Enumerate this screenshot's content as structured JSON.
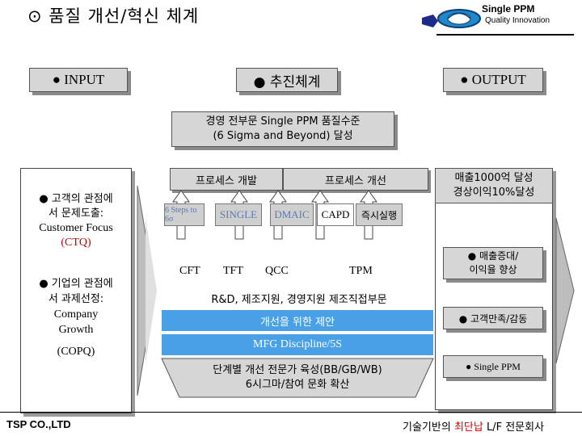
{
  "title": "⊙ 품질 개선/혁신 체계",
  "brand": {
    "name": "Single PPM",
    "subtitle": "Quality Innovation"
  },
  "headers": {
    "input": "● INPUT",
    "process": "● 추진체계",
    "output": "● OUTPUT"
  },
  "goal": {
    "line1": "경영 전부문 Single PPM 품질수준",
    "line2": "(6 Sigma and Beyond) 달성"
  },
  "center": {
    "tab_dev": "프로세스 개발",
    "tab_improve": "프로세스 개선",
    "chips_row1": [
      "6 Steps to 6σ",
      "SINGLE",
      "DMAIC",
      "CAPD",
      "즉시실행"
    ],
    "chips_row2": [
      "CFT",
      "TFT",
      "QCC",
      "TPM"
    ],
    "support": "R&D, 제조지원, 경영지원   제조직접부문",
    "band_proposal": "개선을 위한 제안",
    "band_mfg": "MFG Discipline/5S",
    "base_line1": "단계별 개선 전문가 육성(BB/GB/WB)",
    "base_line2": "6시그마/참여 문화 확산"
  },
  "input": {
    "item1_line1": "● 고객의 관점에",
    "item1_line2": "서 문제도출:",
    "item1_line3": "Customer Focus",
    "item1_line4": "(CTQ)",
    "item2_line1": "● 기업의 관점에",
    "item2_line2": "서 과제선정:",
    "item2_line3": "Company",
    "item2_line4": "Growth",
    "item2_line5": "(COPQ)"
  },
  "output": {
    "top_line1": "매출1000억 달성",
    "top_line2": "경상이익10%달성",
    "item1_line1": "● 매출증대/",
    "item1_line2": "이익율 향상",
    "item2": "● 고객만족/감동",
    "item3": "● Single PPM"
  },
  "footer": {
    "company": "TSP CO.,LTD",
    "tag_pre": "기술기반의 ",
    "tag_hl": "최단납",
    "tag_post": " L/F 전문회사"
  },
  "colors": {
    "band": "#4aa0e6",
    "tile": "#d6d6d6",
    "highlight": "#d00000",
    "ctq": "#c00000"
  }
}
